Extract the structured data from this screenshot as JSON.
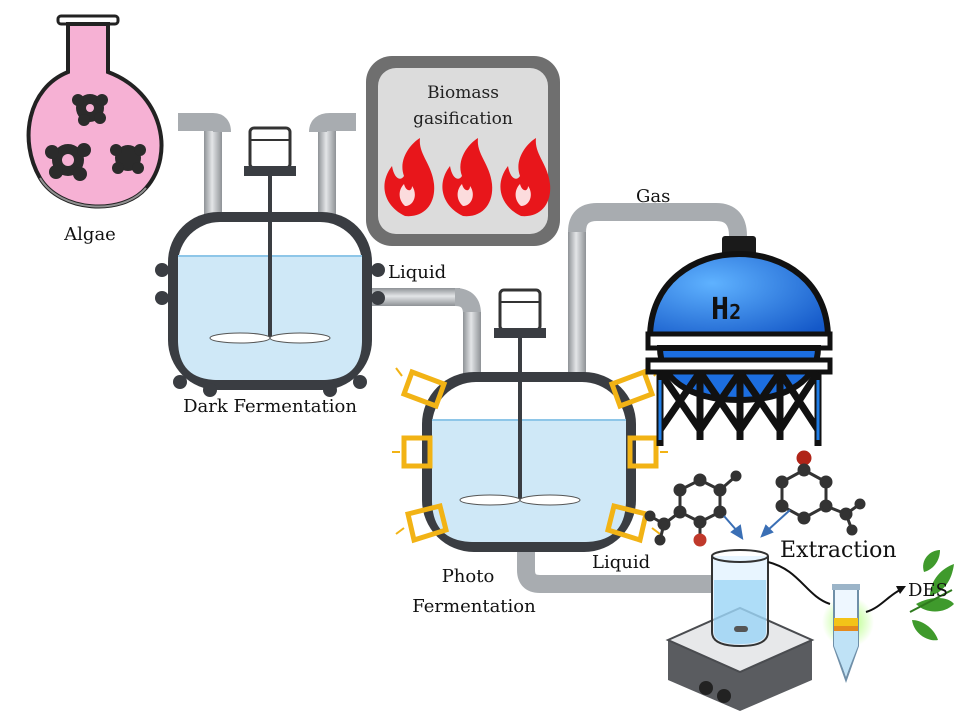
{
  "labels": {
    "algae": "Algae",
    "dark_fermentation": "Dark Fermentation",
    "biomass_line1": "Biomass",
    "biomass_line2": "gasification",
    "gas": "Gas",
    "liquid_top": "Liquid",
    "photo_line1": "Photo",
    "photo_line2": "Fermentation",
    "liquid_bottom": "Liquid",
    "extraction": "Extraction",
    "des": "DES",
    "h2_tank": "H",
    "h2_sub": "2"
  },
  "colors": {
    "pipe": "#b9bcc0",
    "reactor_body": "#3a3d42",
    "liquid": "#cfe8f7",
    "flask": "#f4a9cf",
    "flame": "#e8161b",
    "biomass_bg": "#dcdcdc",
    "tank_blue": "#1f7de6",
    "lamp": "#f2b315",
    "leaf": "#3f9a2c"
  }
}
